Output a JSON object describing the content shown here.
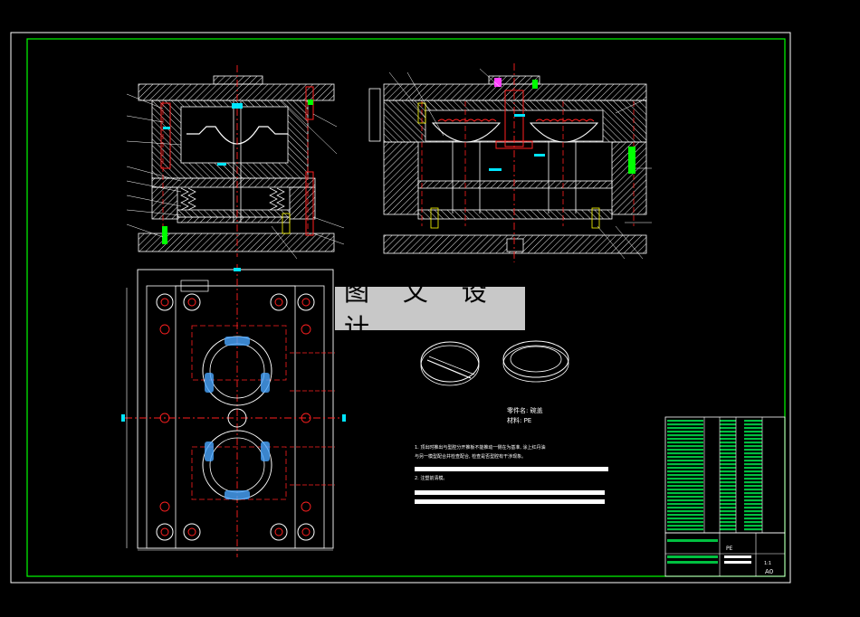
{
  "watermark": {
    "text": "图 文 设 计"
  },
  "part_info": {
    "name_line": "零件名: 碗盖",
    "material_line": "材料: PE"
  },
  "notes": {
    "line1": "1. 顶出时推出与型腔分开推板不能推动一侧在为基准, 涂上红丹油",
    "line2": "与另一模型配合并检查配合, 检查是否型腔有干涉现象。",
    "line3": "2. 注塑前清模。"
  },
  "title_block": {
    "material": "PE",
    "sheet_size": "A0",
    "scale": "1:1"
  },
  "colors": {
    "frame": "#00ff00",
    "outline": "#ffffff",
    "hatch": "#ffffff",
    "centerline": "#ff2020",
    "cyan": "#00e5ff",
    "green": "#00ff00",
    "yellow": "#ffff00",
    "magenta": "#ff40ff"
  }
}
